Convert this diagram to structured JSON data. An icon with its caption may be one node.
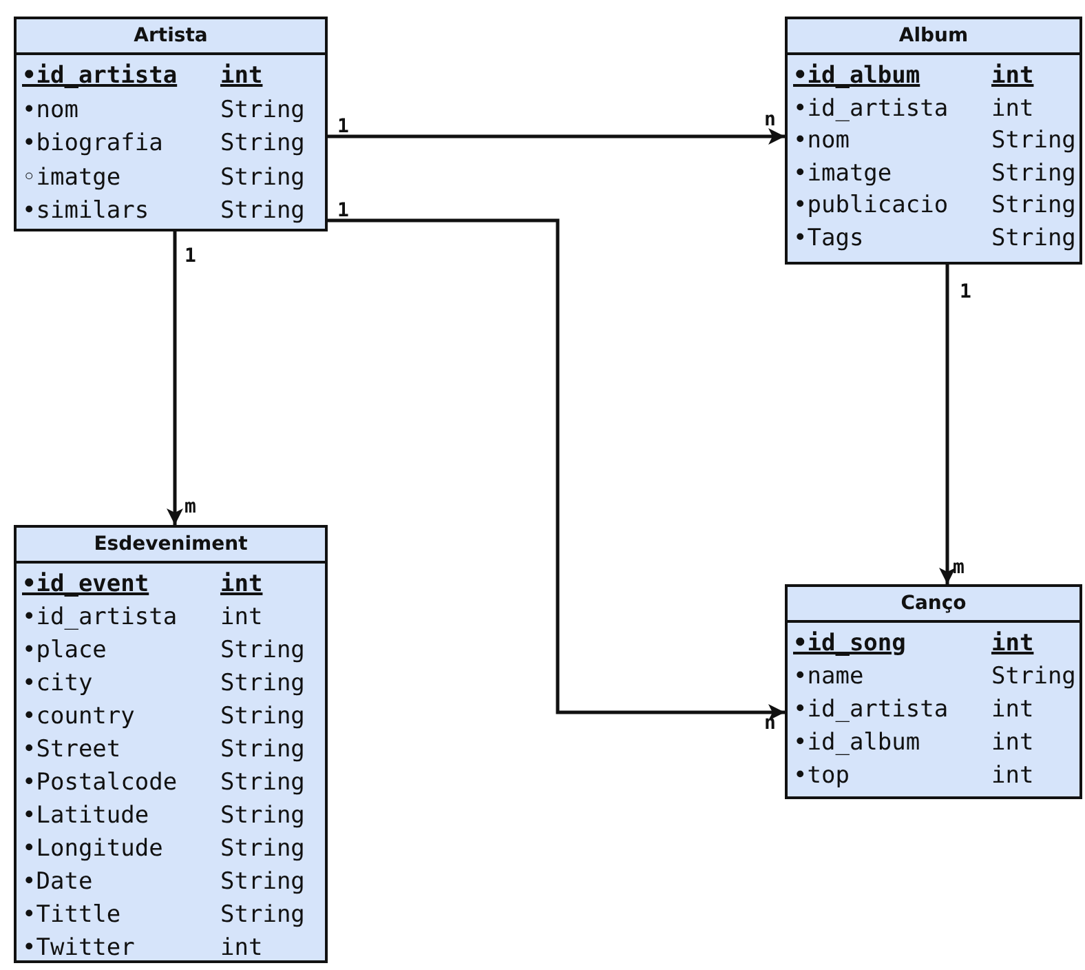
{
  "diagram": {
    "nodes": [
      {
        "text": [
          "Artista",
          "•id_artista",
          "int",
          "•nom",
          "String",
          "•biografia",
          "String",
          "◦imatge",
          "String",
          "•similars",
          "String"
        ]
      },
      {
        "text": [
          "Album",
          "•id_album",
          "int",
          "•id_artista",
          "int",
          "•nom",
          "String",
          "•imatge",
          "String",
          "•publicacio",
          "String",
          "•Tags",
          "String"
        ]
      },
      {
        "text": [
          "Esdeveniment",
          "•id_event",
          "int",
          "•id_artista",
          "int",
          "•place",
          "String",
          "•city",
          "String",
          "•country",
          "String",
          "•Street",
          "String",
          "•Postalcode",
          "String",
          "•Latitude",
          "String",
          "•Longitude",
          "String",
          "•Date",
          "String",
          "•Tittle",
          "String",
          "•Twitter",
          "int"
        ]
      },
      {
        "text": [
          "Canço",
          "•id_song",
          "int",
          "•name",
          "String",
          "•id_artista",
          "int",
          "•id_album",
          "int",
          "•top",
          "int"
        ]
      }
    ],
    "edges": [
      {
        "from": 0,
        "to": 1,
        "arrow": "to"
      },
      {
        "from": 0,
        "to": 3,
        "arrow": "to"
      },
      {
        "from": 0,
        "to": 2,
        "arrow": "to"
      },
      {
        "from": 1,
        "to": 3,
        "arrow": "to"
      }
    ],
    "labels": [
      "1",
      "n",
      "1",
      "1",
      "1",
      "m",
      "m",
      "n"
    ]
  }
}
